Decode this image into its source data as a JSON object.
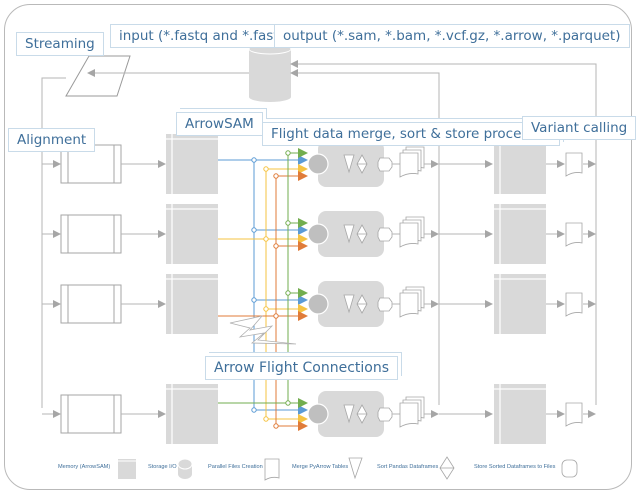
{
  "labels": {
    "streaming": "Streaming",
    "input": "input (*.fastq and *.fasta)",
    "output": "output (*.sam, *.bam, *.vcf.gz, *.arrow, *.parquet)",
    "alignment": "Alignment",
    "arrowsam": "ArrowSAM",
    "flight_processes": "Flight data merge, sort & store processes",
    "variant_calling": "Variant calling",
    "arrow_flight": "Arrow Flight Connections"
  },
  "legend": [
    {
      "label": "Memory (ArrowSAM)",
      "icon": "memory-block-icon"
    },
    {
      "label": "Storage I/O",
      "icon": "storage-cylinder-icon"
    },
    {
      "label": "Parallel Files Creation",
      "icon": "document-icon"
    },
    {
      "label": "Merge PyArrow Tables",
      "icon": "merge-triangle-icon"
    },
    {
      "label": "Sort Pandas Dataframes",
      "icon": "sort-diamond-icon"
    },
    {
      "label": "Store Sorted Dataframes to Files",
      "icon": "store-hexagon-icon"
    }
  ],
  "pipeline_rows": 4,
  "connection_colors": {
    "green": "#72ad4f",
    "blue": "#5b9bd5",
    "yellow": "#f5c342",
    "orange": "#e07b39"
  },
  "colors": {
    "label_text": "#3f6f9a",
    "label_border": "#c9dbe9",
    "shape_fill": "#d9d9d9",
    "line_gray": "#b5b5b5"
  }
}
